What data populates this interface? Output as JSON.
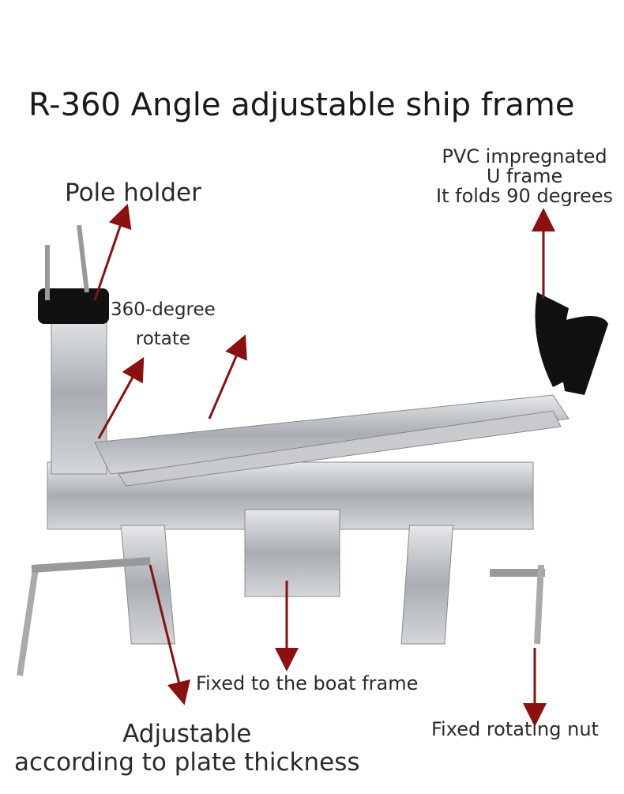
{
  "title": "R-360 Angle adjustable ship frame",
  "labels": {
    "pvc_line1": "PVC impregnated",
    "pvc_line2": "U frame",
    "pvc_line3": "It folds 90 degrees",
    "pole_holder": "Pole holder",
    "rotate_line1": "360-degree",
    "rotate_line2": "rotate",
    "boat_frame": "Fixed to the boat frame",
    "adjustable_line1": "Adjustable",
    "adjustable_line2": "according to plate thickness",
    "nut": "Fixed rotating nut"
  },
  "colors": {
    "arrow": "#8b1010",
    "steel": "#b9bcc0",
    "rubber": "#111111"
  }
}
